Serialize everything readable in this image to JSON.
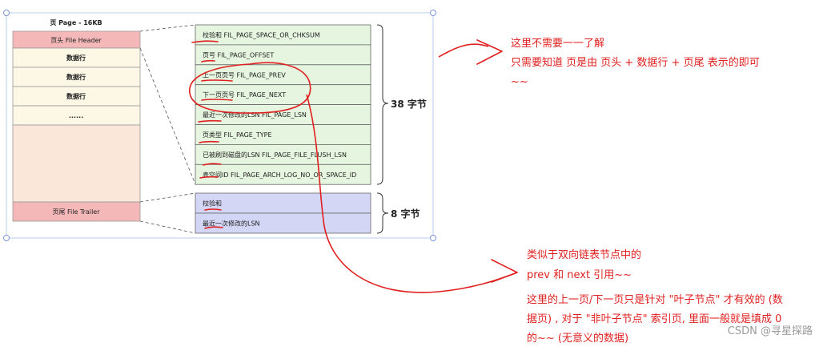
{
  "page": {
    "title": "页 Page - 16KB",
    "header_label": "页头 File Header",
    "rows": [
      "数据行",
      "数据行",
      "数据行",
      "......"
    ],
    "trailer_label": "页尾 File Trailer"
  },
  "header_fields": [
    "校验和  FIL_PAGE_SPACE_OR_CHKSUM",
    "页号  FIL_PAGE_OFFSET",
    "上一页页号  FIL_PAGE_PREV",
    "下一页页号  FIL_PAGE_NEXT",
    "最近一次修改的LSN  FIL_PAGE_LSN",
    "页类型  FIL_PAGE_TYPE",
    "已被刷到磁盘的LSN  FIL_PAGE_FILE_FLUSH_LSN",
    "表空间ID  FIL_PAGE_ARCH_LOG_NO_OR_SPACE_ID"
  ],
  "trailer_fields": [
    "校验和",
    "最近一次修改的LSN"
  ],
  "braces": {
    "header_size": "38 字节",
    "trailer_size": "8 字节"
  },
  "notes": {
    "top": [
      "这里不需要一一了解",
      "只需要知道 页是由 页头 + 数据行 + 页尾 表示的即可",
      "~~"
    ],
    "bottom": [
      "类似于双向链表节点中的",
      "prev 和 next 引用~~",
      "这里的上一页/下一页只是针对 \"叶子节点\" 才有效的 (数",
      "据页) , 对于 \"非叶子节点\" 索引页, 里面一般就是填成 0",
      "的~~ (无意义的数据)"
    ]
  },
  "watermark": "CSDN @寻星探路",
  "colors": {
    "header_red": "#f4b8b8",
    "row_cream": "#fdf8e6",
    "body_peach": "#fbe6da",
    "field_green": "#e6f5df",
    "trailer_blue": "#d4d6f5",
    "annotation_red": "#e02020"
  }
}
